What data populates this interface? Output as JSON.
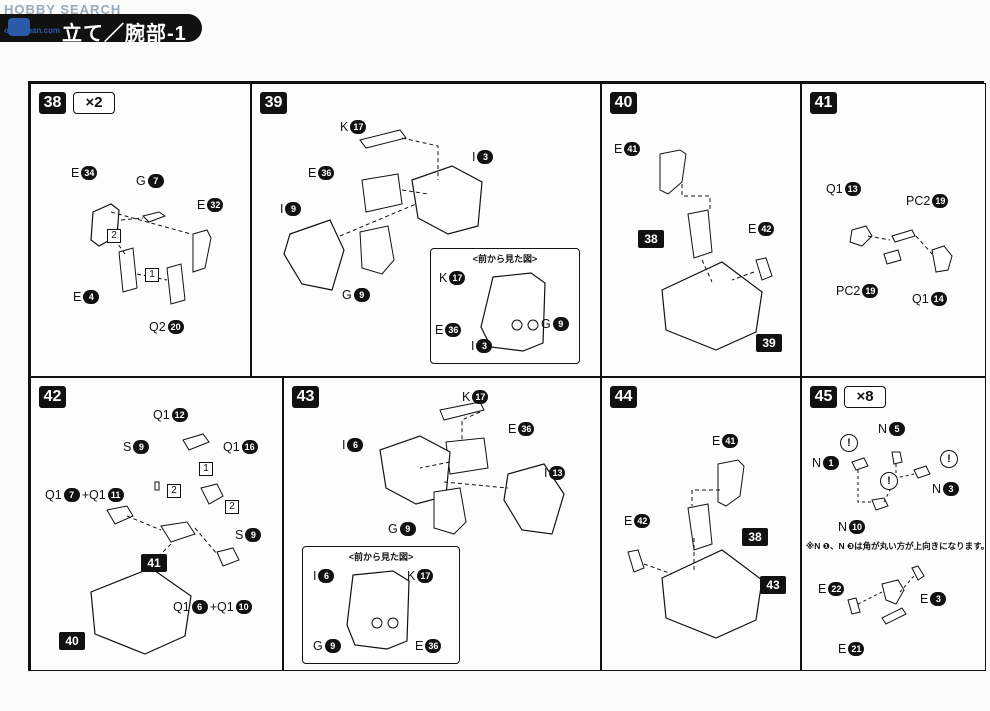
{
  "header": {
    "watermark": "HOBBY SEARCH",
    "watermark_sub": "ogaeshan.com",
    "title": "立て／腕部-1"
  },
  "note45": "※N ❶、N ❸は角が丸い方が上向きになります。",
  "inset_title": "<前から見た図>",
  "panels": {
    "p38": {
      "step": "38",
      "mult": "×2"
    },
    "p39": {
      "step": "39"
    },
    "p40": {
      "step": "40"
    },
    "p41": {
      "step": "41"
    },
    "p42": {
      "step": "42"
    },
    "p43": {
      "step": "43"
    },
    "p44": {
      "step": "44"
    },
    "p45": {
      "step": "45",
      "mult": "×8"
    }
  },
  "labels": {
    "p38": [
      {
        "t": "E",
        "n": "34"
      },
      {
        "t": "G",
        "n": "7"
      },
      {
        "t": "E",
        "n": "32"
      },
      {
        "t": "E",
        "n": "4"
      },
      {
        "t": "Q2",
        "n": "20"
      }
    ],
    "p38_steps": [
      "1",
      "2"
    ],
    "p39": [
      {
        "t": "K",
        "n": "17"
      },
      {
        "t": "E",
        "n": "36"
      },
      {
        "t": "I",
        "n": "3"
      },
      {
        "t": "I",
        "n": "9"
      },
      {
        "t": "G",
        "n": "9"
      }
    ],
    "p39_inset": [
      {
        "t": "K",
        "n": "17"
      },
      {
        "t": "E",
        "n": "36"
      },
      {
        "t": "G",
        "n": "9"
      },
      {
        "t": "I",
        "n": "3"
      }
    ],
    "p40": [
      {
        "t": "E",
        "n": "41"
      },
      {
        "t": "E",
        "n": "42"
      }
    ],
    "p40_refs": [
      "38",
      "39"
    ],
    "p41": [
      {
        "t": "Q1",
        "n": "13"
      },
      {
        "t": "PC2",
        "n": "19"
      },
      {
        "t": "PC2",
        "n": "19"
      },
      {
        "t": "Q1",
        "n": "14"
      }
    ],
    "p42": [
      {
        "t": "Q1",
        "n": "12"
      },
      {
        "t": "S",
        "n": "9"
      },
      {
        "t": "Q1",
        "n": "16"
      },
      {
        "t": "Q1",
        "n": "7"
      },
      {
        "t": "+Q1",
        "n": "11"
      },
      {
        "t": "S",
        "n": "9"
      },
      {
        "t": "Q1",
        "n": "6"
      },
      {
        "t": "+Q1",
        "n": "10"
      }
    ],
    "p42_steps": [
      "1",
      "2",
      "2"
    ],
    "p42_refs": [
      "41",
      "40"
    ],
    "p43": [
      {
        "t": "K",
        "n": "17"
      },
      {
        "t": "E",
        "n": "36"
      },
      {
        "t": "I",
        "n": "6"
      },
      {
        "t": "I",
        "n": "13"
      },
      {
        "t": "G",
        "n": "9"
      }
    ],
    "p43_inset": [
      {
        "t": "I",
        "n": "6"
      },
      {
        "t": "K",
        "n": "17"
      },
      {
        "t": "G",
        "n": "9"
      },
      {
        "t": "E",
        "n": "36"
      }
    ],
    "p44": [
      {
        "t": "E",
        "n": "41"
      },
      {
        "t": "E",
        "n": "42"
      }
    ],
    "p44_refs": [
      "38",
      "43"
    ],
    "p45": [
      {
        "t": "N",
        "n": "5"
      },
      {
        "t": "N",
        "n": "1"
      },
      {
        "t": "N",
        "n": "3"
      },
      {
        "t": "N",
        "n": "10"
      },
      {
        "t": "E",
        "n": "22"
      },
      {
        "t": "E",
        "n": "3"
      },
      {
        "t": "E",
        "n": "21"
      }
    ],
    "warn": "!"
  }
}
